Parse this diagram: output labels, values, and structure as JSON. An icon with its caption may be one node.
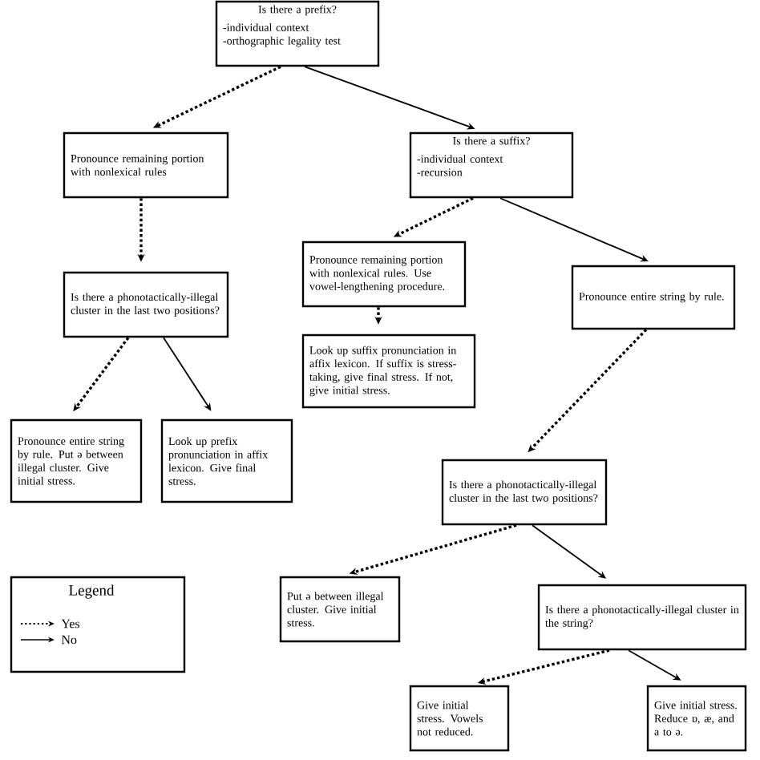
{
  "diagram": {
    "nodes": [
      {
        "text": [
          "Is there a prefix?",
          "-individual context",
          "-orthographic legality test"
        ]
      },
      {
        "text": [
          "Pronounce remaining portion with nonlexical rules"
        ]
      },
      {
        "text": [
          "Is there a suffix?",
          "-individual context",
          "-recursion"
        ]
      },
      {
        "text": [
          "Is there a phonotactically-illegal cluster in the last two positions?"
        ]
      },
      {
        "text": [
          "Pronounce remaining portion with nonlexical rules. Use vowel-lengthening procedure."
        ]
      },
      {
        "text": [
          "Pronounce entire string by rule."
        ]
      },
      {
        "text": [
          "Look up suffix pronunciation in affix lexicon. If suffix is stress-taking, give final stress. If not, give initial stress."
        ]
      },
      {
        "text": [
          "Pronounce entire string by rule. Put ə between illegal cluster. Give initial stress."
        ]
      },
      {
        "text": [
          "Look up prefix pronunciation in affix lexicon. Give final stress."
        ]
      },
      {
        "text": [
          "Is there a phonotactically-illegal cluster in the last two positions?"
        ]
      },
      {
        "text": [
          "Put ə between illegal cluster. Give initial stress."
        ]
      },
      {
        "text": [
          "Is there a phonotactically-illegal cluster in the string?"
        ]
      },
      {
        "text": [
          "Give initial stress. Vowels not reduced."
        ]
      },
      {
        "text": [
          "Give initial stress. Reduce ɒ, æ, and a to ə."
        ]
      }
    ],
    "edges": [
      {
        "from": 0,
        "to": 1,
        "arrow": "to",
        "style": "dashed"
      },
      {
        "from": 0,
        "to": 2,
        "arrow": "to"
      },
      {
        "from": 1,
        "to": 3,
        "arrow": "to",
        "style": "dashed"
      },
      {
        "from": 2,
        "to": 4,
        "arrow": "to",
        "style": "dashed"
      },
      {
        "from": 2,
        "to": 5,
        "arrow": "to"
      },
      {
        "from": 3,
        "to": 7,
        "arrow": "to",
        "style": "dashed"
      },
      {
        "from": 3,
        "to": 8,
        "arrow": "to"
      },
      {
        "from": 4,
        "to": 6,
        "arrow": "to",
        "style": "dashed"
      },
      {
        "from": 5,
        "to": 9,
        "arrow": "to",
        "style": "dashed"
      },
      {
        "from": 9,
        "to": 10,
        "arrow": "to",
        "style": "dashed"
      },
      {
        "from": 9,
        "to": 11,
        "arrow": "to"
      },
      {
        "from": 11,
        "to": 12,
        "arrow": "to",
        "style": "dashed"
      },
      {
        "from": 11,
        "to": 13,
        "arrow": "to"
      }
    ],
    "labels": [
      "Legend"
    ],
    "legend": [
      {
        "text": "Yes"
      },
      {
        "text": "No"
      }
    ]
  }
}
